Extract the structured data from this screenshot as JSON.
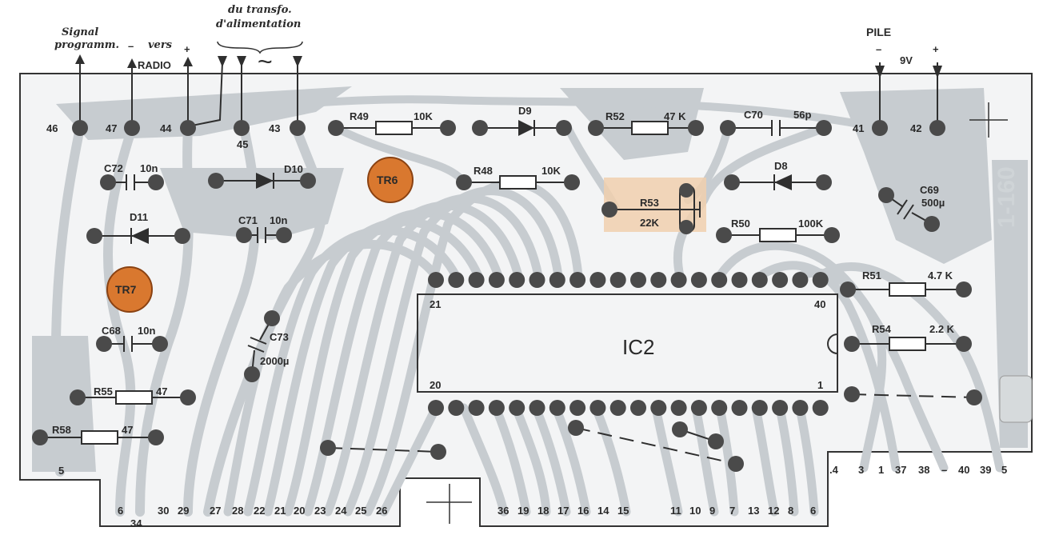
{
  "title": "1-160",
  "top_labels": {
    "signal": "Signal",
    "programm": "programm.",
    "minus": "–",
    "vers": "vers",
    "radio": "RADIO",
    "plus": "+",
    "transfo1": "du transfo.",
    "transfo2": "d'alimentation",
    "ac": "~",
    "pile": "PILE",
    "pile_minus": "–",
    "pile_9v": "9V",
    "pile_plus": "+"
  },
  "terminals": [
    "46",
    "47",
    "44",
    "45",
    "43",
    "41",
    "42"
  ],
  "components": {
    "R49": {
      "ref": "R49",
      "value": "10K"
    },
    "D9": {
      "ref": "D9"
    },
    "R52": {
      "ref": "R52",
      "value": "47 K"
    },
    "C70": {
      "ref": "C70",
      "value": "56p"
    },
    "C72": {
      "ref": "C72",
      "value": "10n"
    },
    "D10": {
      "ref": "D10"
    },
    "TR6": {
      "ref": "TR6"
    },
    "R48": {
      "ref": "R48",
      "value": "10K"
    },
    "R53": {
      "ref": "R53",
      "value": "22K"
    },
    "D8": {
      "ref": "D8"
    },
    "C69": {
      "ref": "C69",
      "value": "500µ"
    },
    "D11": {
      "ref": "D11"
    },
    "C71": {
      "ref": "C71",
      "value": "10n"
    },
    "R50": {
      "ref": "R50",
      "value": "100K"
    },
    "TR7": {
      "ref": "TR7"
    },
    "R51": {
      "ref": "R51",
      "value": "4.7 K"
    },
    "C73": {
      "ref": "C73",
      "value": "2000µ"
    },
    "IC2": {
      "ref": "IC2",
      "pin21": "21",
      "pin40": "40",
      "pin20": "20",
      "pin1": "1"
    },
    "R54": {
      "ref": "R54",
      "value": "2.2 K"
    },
    "C68": {
      "ref": "C68",
      "value": "10n"
    },
    "R55": {
      "ref": "R55",
      "value": "47"
    },
    "R58": {
      "ref": "R58",
      "value": "47"
    }
  },
  "edge_left": [
    "5",
    "6",
    "34",
    "30",
    "29",
    "27",
    "28",
    "22",
    "21",
    "20",
    "23",
    "24",
    "25",
    "26"
  ],
  "edge_right": [
    "36",
    "19",
    "18",
    "17",
    "16",
    "14",
    "15",
    "11",
    "10",
    "9",
    "7",
    "13",
    "12",
    "8",
    "6"
  ],
  "edge_side": [
    ".4",
    "3",
    "1",
    "37",
    "38",
    "–",
    "40",
    "39",
    "5"
  ],
  "colors": {
    "board": "#f3f4f5",
    "track": "#c7ccd0",
    "pad": "#4a4a4a",
    "transistor": "#d9782f",
    "highlight": "#f0cfae"
  }
}
